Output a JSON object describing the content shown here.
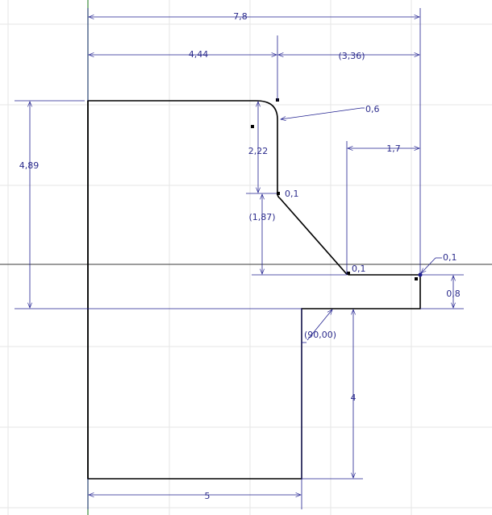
{
  "colors": {
    "dimension": "#1f1f8f",
    "profile": "#000000",
    "grid": "#e6e6e6",
    "axis_x": "#3a3a3a",
    "axis_y": "#3c8a3c",
    "background": "#ffffff"
  },
  "dimensions": {
    "total_length": "7,8",
    "left_length": "4,44",
    "right_length_ref": "(3,36)",
    "top_fillet_radius": "0,6",
    "short_right_length": "1,7",
    "total_height": "4,89",
    "upper_step_height": "2,22",
    "chamfer_height_ref": "(1,87)",
    "fillet_radius_mid": "0,1",
    "fillet_radius_low": "0,1",
    "fillet_radius_right": "0,1",
    "right_step_height": "0,8",
    "angle_ref": "(90,00)",
    "lower_height": "4",
    "bottom_length": "5"
  }
}
